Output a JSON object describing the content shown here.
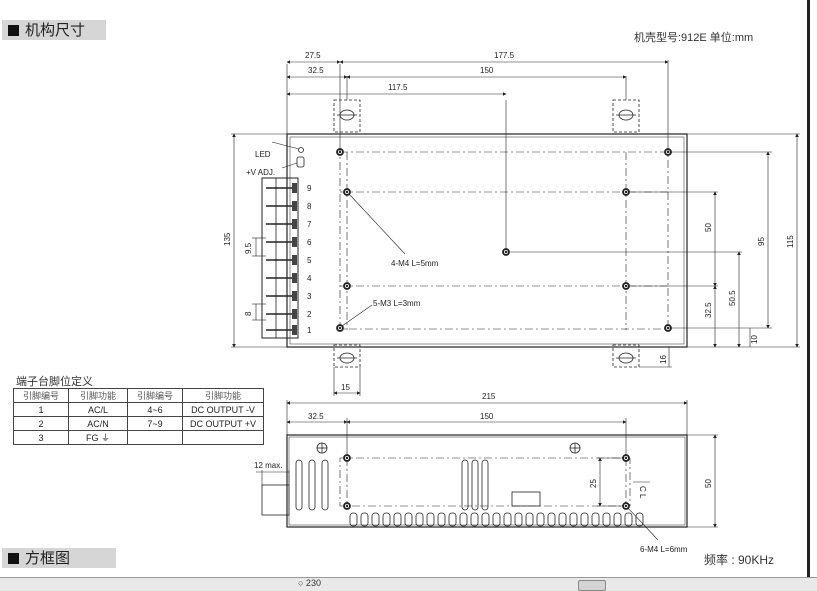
{
  "sections": {
    "mechanical": "机构尺寸",
    "block_diagram": "方框图"
  },
  "meta": {
    "case_model": "机壳型号:912E  单位:mm",
    "frequency": "频率 : 90KHz"
  },
  "pin_table": {
    "caption": "端子台脚位定义",
    "headers": [
      "引脚编号",
      "引脚功能",
      "引脚编号",
      "引脚功能"
    ],
    "rows": [
      [
        "1",
        "AC/L",
        "4~6",
        "DC OUTPUT -V"
      ],
      [
        "2",
        "AC/N",
        "7~9",
        "DC OUTPUT +V"
      ],
      [
        "3",
        "FG ⏚",
        "",
        ""
      ]
    ]
  },
  "top_view": {
    "dim_27_5": "27.5",
    "dim_177_5": "177.5",
    "dim_32_5": "32.5",
    "dim_150": "150",
    "dim_117_5": "117.5",
    "dim_135": "135",
    "dim_9_5": "9.5",
    "dim_8": "8",
    "dim_50": "50",
    "dim_95": "95",
    "dim_115": "115",
    "dim_32_5_r": "32.5",
    "dim_50_5": "50.5",
    "dim_10": "10",
    "dim_15": "15",
    "dim_16": "16",
    "led": "LED",
    "vadj": "+V ADJ.",
    "note_m4": "4-M4 L=5mm",
    "note_m3": "5-M3 L=3mm",
    "terminals": [
      "9",
      "8",
      "7",
      "6",
      "5",
      "4",
      "3",
      "2",
      "1"
    ]
  },
  "side_view": {
    "dim_215": "215",
    "dim_32_5": "32.5",
    "dim_150": "150",
    "dim_12": "12 max.",
    "dim_25": "25",
    "dim_50": "50",
    "cl": "C L",
    "note_m4": "6-M4 L=6mm"
  },
  "partial_text": "○ 230"
}
